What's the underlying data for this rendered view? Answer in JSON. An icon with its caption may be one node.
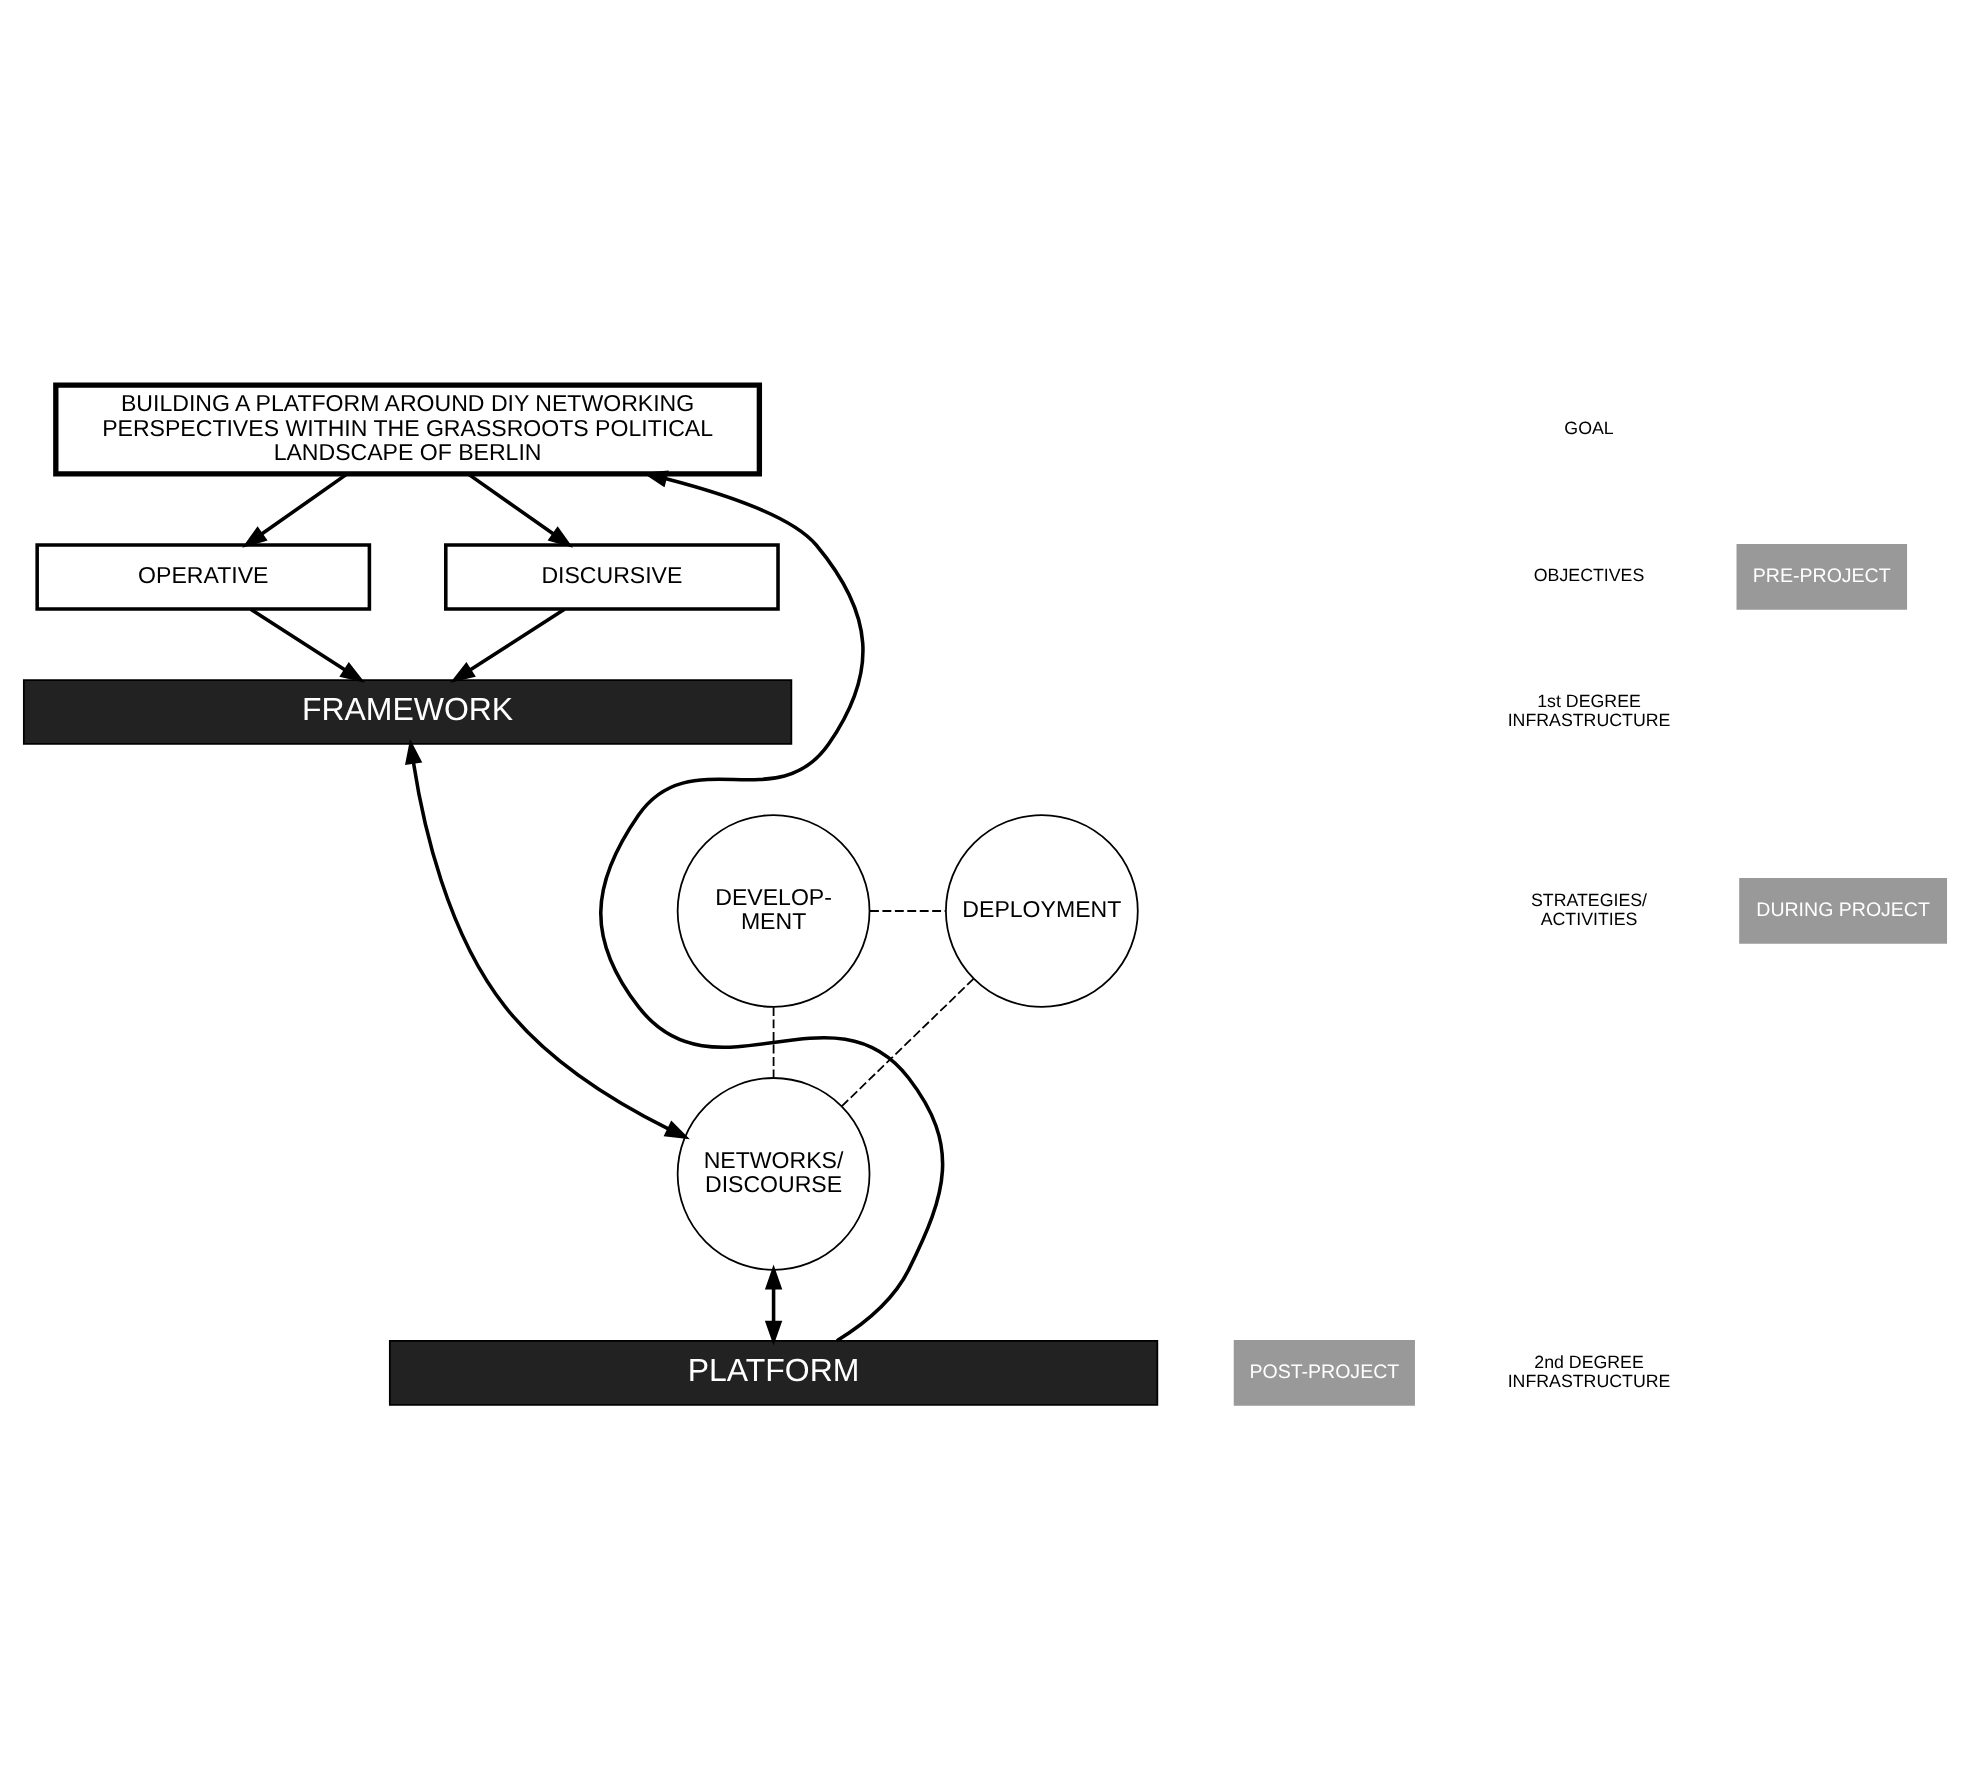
{
  "diagram": {
    "nodes": [
      {
        "text": [
          "BUILDING A PLATFORM AROUND DIY NETWORKING PERSPECTIVES WITHIN THE GRASSROOTS POLITICAL LANDSCAPE OF BERLIN"
        ]
      },
      {
        "text": [
          "OPERATIVE"
        ]
      },
      {
        "text": [
          "DISCURSIVE"
        ]
      },
      {
        "text": [
          "FRAMEWORK"
        ]
      },
      {
        "text": [
          "DEVELOP- MENT"
        ]
      },
      {
        "text": [
          "DEPLOYMENT"
        ]
      },
      {
        "text": [
          "NETWORKS/ DISCOURSE"
        ]
      },
      {
        "text": [
          "PLATFORM"
        ]
      }
    ],
    "edges": [
      {
        "from": 0,
        "to": 1,
        "arrow": "to"
      },
      {
        "from": 0,
        "to": 2,
        "arrow": "to"
      },
      {
        "from": 1,
        "to": 3,
        "arrow": "to"
      },
      {
        "from": 2,
        "to": 3,
        "arrow": "to"
      },
      {
        "from": 3,
        "to": 6,
        "arrow": "both"
      },
      {
        "from": 4,
        "to": 5,
        "arrow": "none",
        "style": "dashed"
      },
      {
        "from": 4,
        "to": 6,
        "arrow": "none",
        "style": "dashed"
      },
      {
        "from": 5,
        "to": 6,
        "arrow": "none",
        "style": "dashed"
      },
      {
        "from": 6,
        "to": 7,
        "arrow": "both"
      },
      {
        "from": 7,
        "to": 0,
        "arrow": "to"
      }
    ],
    "labels": [
      "GOAL",
      "OBJECTIVES",
      "1st DEGREE INFRASTRUCTURE",
      "STRATEGIES/ ACTIVITIES",
      "2nd DEGREE INFRASTRUCTURE",
      "PRE-PROJECT",
      "DURING PROJECT",
      "POST-PROJECT"
    ]
  }
}
